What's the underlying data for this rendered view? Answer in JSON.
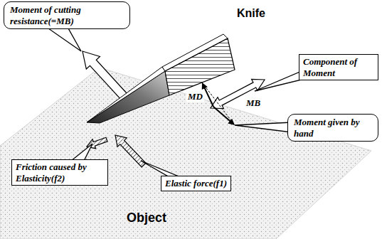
{
  "diagram": {
    "nodes": [
      {
        "text": [
          "Moment of cutting resistance(=MB)"
        ]
      },
      {
        "text": [
          "Component of Moment"
        ]
      },
      {
        "text": [
          "Moment given by hand"
        ]
      },
      {
        "text": [
          "Friction caused by Elasticity(f2)"
        ]
      },
      {
        "text": [
          "Elastic force(f1)"
        ]
      }
    ],
    "labels": [
      "Knife",
      "MD",
      "MB",
      "Object"
    ]
  }
}
